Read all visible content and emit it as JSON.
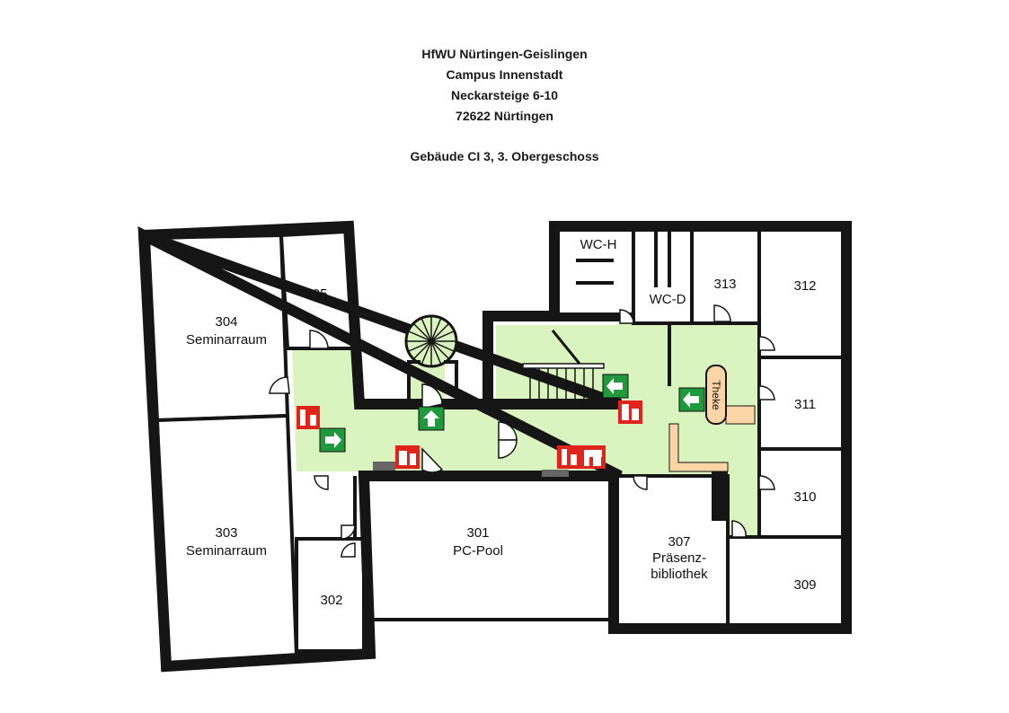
{
  "header": {
    "line1": "HfWU Nürtingen-Geislingen",
    "line2": "Campus Innenstadt",
    "line3": "Neckarsteige 6-10",
    "line4": "72622 Nürtingen",
    "floor": "Gebäude CI 3, 3. Obergeschoss"
  },
  "rooms": {
    "r304": {
      "number": "304",
      "name": "Seminarraum"
    },
    "r305": {
      "number": "305"
    },
    "r303": {
      "number": "303",
      "name": "Seminarraum"
    },
    "r302": {
      "number": "302"
    },
    "r301": {
      "number": "301",
      "name": "PC-Pool"
    },
    "r307": {
      "number": "307",
      "name1": "Präsenz-",
      "name2": "bibliothek"
    },
    "r309": {
      "number": "309"
    },
    "r310": {
      "number": "310"
    },
    "r311": {
      "number": "311"
    },
    "r312": {
      "number": "312"
    },
    "r313": {
      "number": "313"
    },
    "wch": {
      "name": "WC-H"
    },
    "wcd": {
      "name": "WC-D"
    },
    "theke": {
      "name": "Theke"
    }
  },
  "colors": {
    "corridor": "#d9f4bf",
    "exit_sign": "#1e9a3c",
    "fire_sign": "#e0241c",
    "counter": "#fbd5a6",
    "wall": "#151515"
  },
  "icons": [
    "exit-arrow-icon",
    "fire-extinguisher-icon",
    "fire-hose-icon"
  ]
}
